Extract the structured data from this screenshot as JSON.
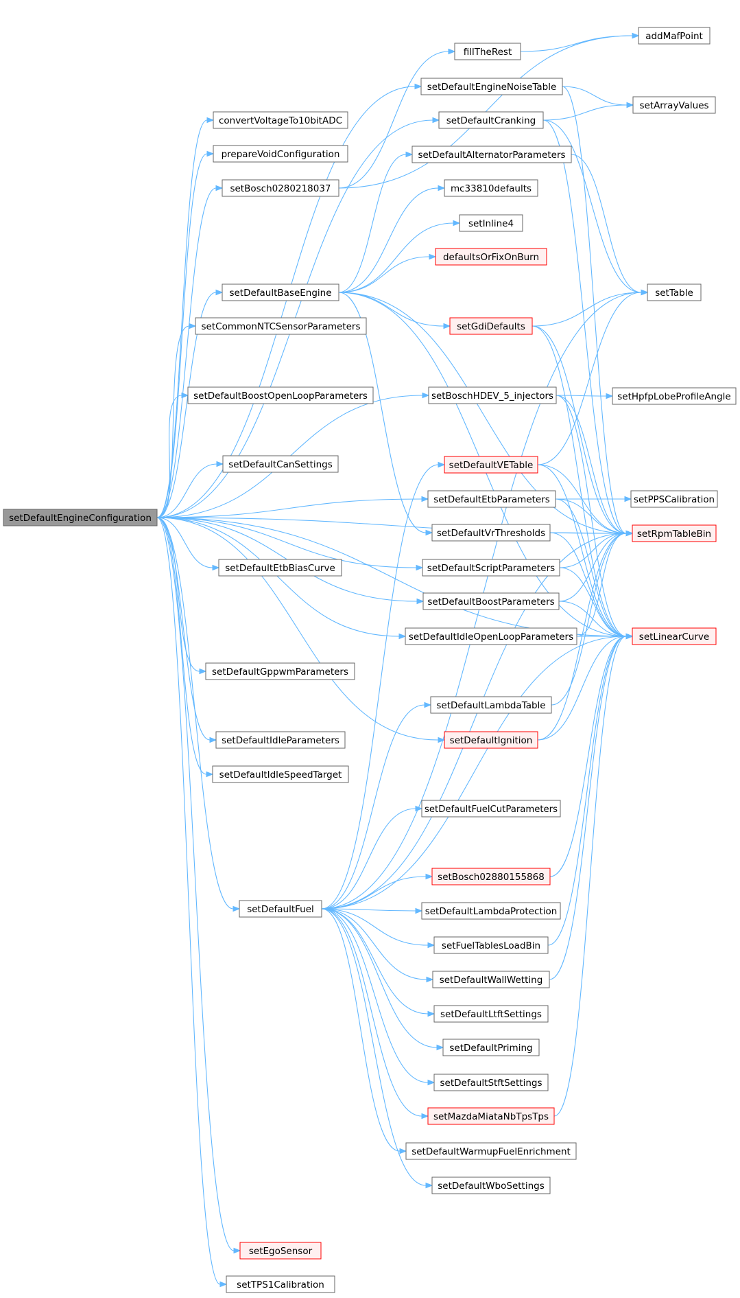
{
  "diagram": {
    "root": "n0",
    "colors": {
      "edge": "#63b8ff",
      "node_border": "#666666",
      "node_fill": "#ffffff",
      "root_fill": "#999999",
      "root_border": "#666666",
      "truncated_border": "#ff0000",
      "truncated_fill": "#fff0f0",
      "text": "#000000"
    },
    "nodes": [
      {
        "id": "n0",
        "label": "setDefaultEngineConfiguration",
        "style": "root"
      },
      {
        "id": "n1",
        "label": "convertVoltageTo10bitADC",
        "style": "normal"
      },
      {
        "id": "n2",
        "label": "prepareVoidConfiguration",
        "style": "normal"
      },
      {
        "id": "n3",
        "label": "setBosch0280218037",
        "style": "normal"
      },
      {
        "id": "n4",
        "label": "setDefaultBaseEngine",
        "style": "normal"
      },
      {
        "id": "n5",
        "label": "setCommonNTCSensorParameters",
        "style": "normal"
      },
      {
        "id": "n6",
        "label": "setDefaultBoostOpenLoopParameters",
        "style": "normal"
      },
      {
        "id": "n7",
        "label": "setDefaultCanSettings",
        "style": "normal"
      },
      {
        "id": "n8",
        "label": "setDefaultEtbBiasCurve",
        "style": "normal"
      },
      {
        "id": "n9",
        "label": "setDefaultGppwmParameters",
        "style": "normal"
      },
      {
        "id": "n10",
        "label": "setDefaultIdleParameters",
        "style": "normal"
      },
      {
        "id": "n11",
        "label": "setDefaultIdleSpeedTarget",
        "style": "normal"
      },
      {
        "id": "n12",
        "label": "setDefaultFuel",
        "style": "normal"
      },
      {
        "id": "n13",
        "label": "setEgoSensor",
        "style": "truncated"
      },
      {
        "id": "n14",
        "label": "setTPS1Calibration",
        "style": "normal"
      },
      {
        "id": "n15",
        "label": "fillTheRest",
        "style": "normal"
      },
      {
        "id": "n16",
        "label": "setDefaultEngineNoiseTable",
        "style": "normal"
      },
      {
        "id": "n17",
        "label": "setDefaultCranking",
        "style": "normal"
      },
      {
        "id": "n18",
        "label": "setDefaultAlternatorParameters",
        "style": "normal"
      },
      {
        "id": "n19",
        "label": "mc33810defaults",
        "style": "normal"
      },
      {
        "id": "n20",
        "label": "setInline4",
        "style": "normal"
      },
      {
        "id": "n21",
        "label": "defaultsOrFixOnBurn",
        "style": "truncated"
      },
      {
        "id": "n22",
        "label": "setGdiDefaults",
        "style": "truncated"
      },
      {
        "id": "n23",
        "label": "setBoschHDEV_5_injectors",
        "style": "normal"
      },
      {
        "id": "n24",
        "label": "setDefaultVETable",
        "style": "truncated"
      },
      {
        "id": "n25",
        "label": "setDefaultEtbParameters",
        "style": "normal"
      },
      {
        "id": "n26",
        "label": "setDefaultVrThresholds",
        "style": "normal"
      },
      {
        "id": "n27",
        "label": "setDefaultScriptParameters",
        "style": "normal"
      },
      {
        "id": "n28",
        "label": "setDefaultBoostParameters",
        "style": "normal"
      },
      {
        "id": "n29",
        "label": "setDefaultIdleOpenLoopParameters",
        "style": "normal"
      },
      {
        "id": "n30",
        "label": "setDefaultLambdaTable",
        "style": "normal"
      },
      {
        "id": "n31",
        "label": "setDefaultIgnition",
        "style": "truncated"
      },
      {
        "id": "n32",
        "label": "setDefaultFuelCutParameters",
        "style": "normal"
      },
      {
        "id": "n33",
        "label": "setBosch02880155868",
        "style": "truncated"
      },
      {
        "id": "n34",
        "label": "setDefaultLambdaProtection",
        "style": "normal"
      },
      {
        "id": "n35",
        "label": "setFuelTablesLoadBin",
        "style": "normal"
      },
      {
        "id": "n36",
        "label": "setDefaultWallWetting",
        "style": "normal"
      },
      {
        "id": "n37",
        "label": "setDefaultLtftSettings",
        "style": "normal"
      },
      {
        "id": "n38",
        "label": "setDefaultPriming",
        "style": "normal"
      },
      {
        "id": "n39",
        "label": "setDefaultStftSettings",
        "style": "normal"
      },
      {
        "id": "n40",
        "label": "setMazdaMiataNbTpsTps",
        "style": "truncated"
      },
      {
        "id": "n41",
        "label": "setDefaultWarmupFuelEnrichment",
        "style": "normal"
      },
      {
        "id": "n42",
        "label": "setDefaultWboSettings",
        "style": "normal"
      },
      {
        "id": "n43",
        "label": "addMafPoint",
        "style": "normal"
      },
      {
        "id": "n44",
        "label": "setArrayValues",
        "style": "normal"
      },
      {
        "id": "n45",
        "label": "setTable",
        "style": "normal"
      },
      {
        "id": "n46",
        "label": "setHpfpLobeProfileAngle",
        "style": "normal"
      },
      {
        "id": "n47",
        "label": "setPPSCalibration",
        "style": "normal"
      },
      {
        "id": "n48",
        "label": "setRpmTableBin",
        "style": "truncated"
      },
      {
        "id": "n49",
        "label": "setLinearCurve",
        "style": "truncated"
      }
    ],
    "edges": [
      [
        "n0",
        "n1"
      ],
      [
        "n0",
        "n2"
      ],
      [
        "n0",
        "n3"
      ],
      [
        "n0",
        "n16"
      ],
      [
        "n0",
        "n17"
      ],
      [
        "n0",
        "n4"
      ],
      [
        "n0",
        "n5"
      ],
      [
        "n0",
        "n23"
      ],
      [
        "n0",
        "n6"
      ],
      [
        "n0",
        "n48"
      ],
      [
        "n0",
        "n7"
      ],
      [
        "n0",
        "n25"
      ],
      [
        "n0",
        "n8"
      ],
      [
        "n0",
        "n27"
      ],
      [
        "n0",
        "n28"
      ],
      [
        "n0",
        "n29"
      ],
      [
        "n0",
        "n9"
      ],
      [
        "n0",
        "n31"
      ],
      [
        "n0",
        "n10"
      ],
      [
        "n0",
        "n11"
      ],
      [
        "n0",
        "n12"
      ],
      [
        "n0",
        "n49"
      ],
      [
        "n0",
        "n13"
      ],
      [
        "n0",
        "n14"
      ],
      [
        "n3",
        "n43"
      ],
      [
        "n3",
        "n15"
      ],
      [
        "n15",
        "n43"
      ],
      [
        "n16",
        "n44"
      ],
      [
        "n16",
        "n48"
      ],
      [
        "n17",
        "n44"
      ],
      [
        "n17",
        "n45"
      ],
      [
        "n17",
        "n48"
      ],
      [
        "n18",
        "n45"
      ],
      [
        "n4",
        "n18"
      ],
      [
        "n4",
        "n19"
      ],
      [
        "n4",
        "n20"
      ],
      [
        "n4",
        "n21"
      ],
      [
        "n4",
        "n22"
      ],
      [
        "n4",
        "n48"
      ],
      [
        "n4",
        "n26"
      ],
      [
        "n4",
        "n49"
      ],
      [
        "n22",
        "n45"
      ],
      [
        "n22",
        "n48"
      ],
      [
        "n22",
        "n49"
      ],
      [
        "n23",
        "n46"
      ],
      [
        "n23",
        "n48"
      ],
      [
        "n23",
        "n49"
      ],
      [
        "n24",
        "n45"
      ],
      [
        "n24",
        "n48"
      ],
      [
        "n24",
        "n49"
      ],
      [
        "n25",
        "n47"
      ],
      [
        "n25",
        "n48"
      ],
      [
        "n25",
        "n49"
      ],
      [
        "n26",
        "n48"
      ],
      [
        "n26",
        "n49"
      ],
      [
        "n27",
        "n48"
      ],
      [
        "n27",
        "n49"
      ],
      [
        "n28",
        "n48"
      ],
      [
        "n28",
        "n49"
      ],
      [
        "n29",
        "n48"
      ],
      [
        "n29",
        "n49"
      ],
      [
        "n30",
        "n48"
      ],
      [
        "n31",
        "n48"
      ],
      [
        "n31",
        "n49"
      ],
      [
        "n12",
        "n45"
      ],
      [
        "n12",
        "n24"
      ],
      [
        "n12",
        "n48"
      ],
      [
        "n12",
        "n30"
      ],
      [
        "n12",
        "n32"
      ],
      [
        "n12",
        "n49"
      ],
      [
        "n12",
        "n33"
      ],
      [
        "n12",
        "n34"
      ],
      [
        "n12",
        "n35"
      ],
      [
        "n12",
        "n36"
      ],
      [
        "n12",
        "n37"
      ],
      [
        "n12",
        "n38"
      ],
      [
        "n12",
        "n39"
      ],
      [
        "n12",
        "n40"
      ],
      [
        "n12",
        "n41"
      ],
      [
        "n12",
        "n42"
      ],
      [
        "n33",
        "n49"
      ],
      [
        "n35",
        "n49"
      ],
      [
        "n36",
        "n49"
      ],
      [
        "n40",
        "n49"
      ]
    ]
  }
}
